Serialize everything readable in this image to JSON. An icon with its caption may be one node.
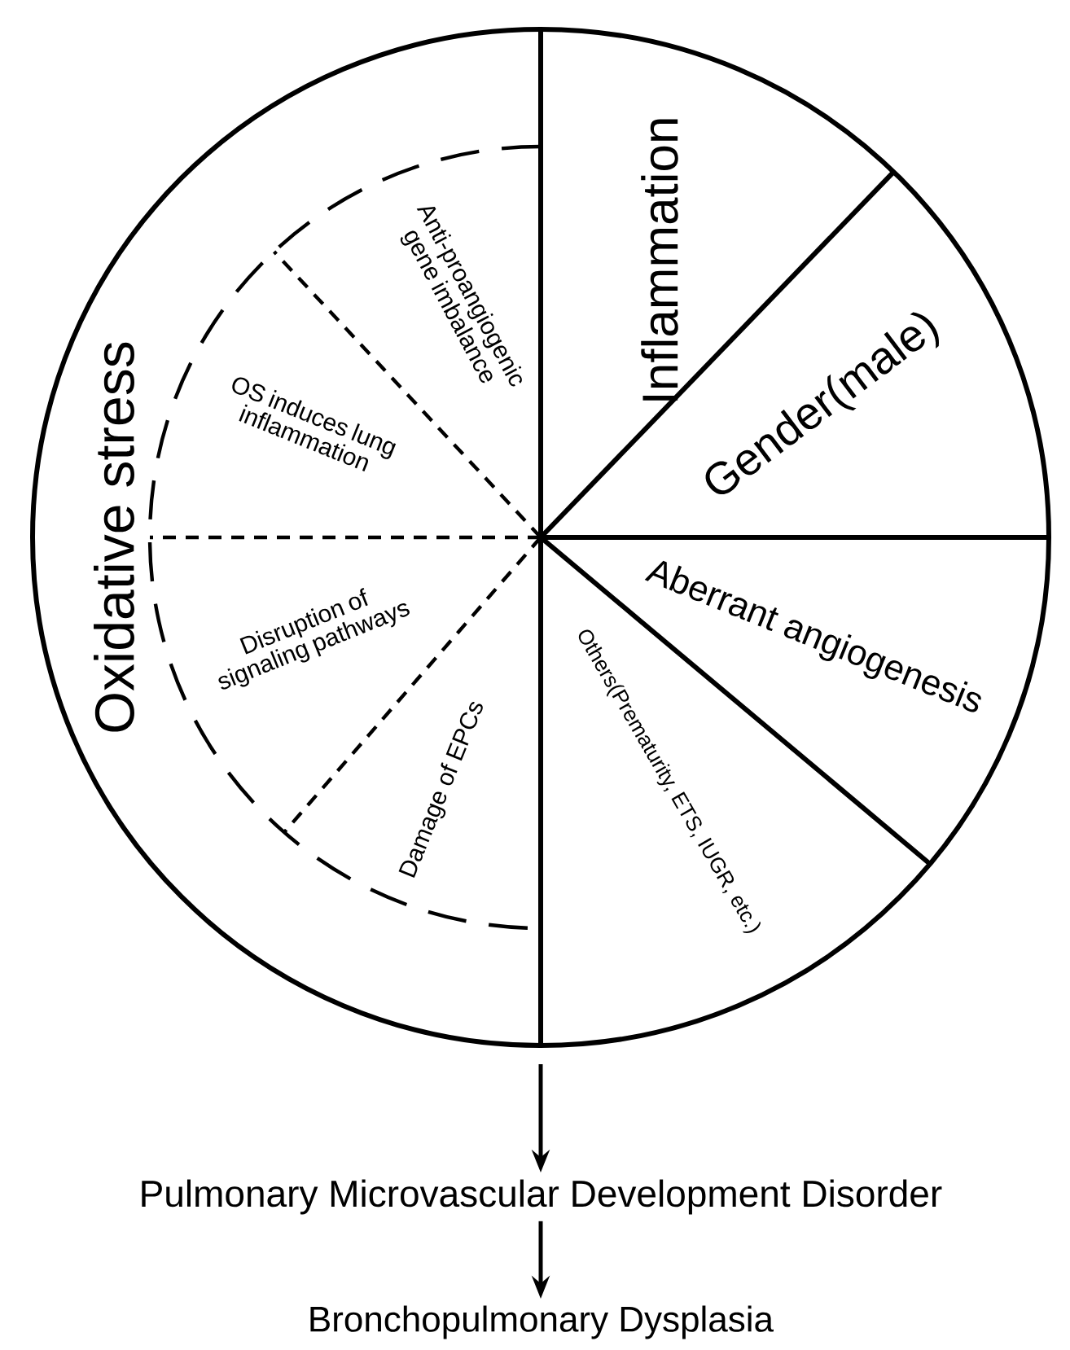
{
  "diagram": {
    "nodes": [
      {
        "text": [],
        "shape": "circle"
      },
      {
        "text": [
          "Pulmonary Microvascular Development Disorder"
        ]
      },
      {
        "text": [
          "Bronchopulmonary Dysplasia"
        ]
      }
    ],
    "edges": [
      {
        "from": 0,
        "to": 1,
        "arrow": "to"
      },
      {
        "from": 1,
        "to": 2,
        "arrow": "to"
      }
    ],
    "labels": [
      "Oxidative stress",
      "Anti-proangiogenic gene imbalance",
      "OS induces lung inflammation",
      "Disruption of signaling pathways",
      "Damage of EPCs",
      "Inflammation",
      "Gender(male)",
      "Aberrant angiogenesis",
      "Others(Prematurity, ETS, IUGR, etc.)"
    ]
  }
}
